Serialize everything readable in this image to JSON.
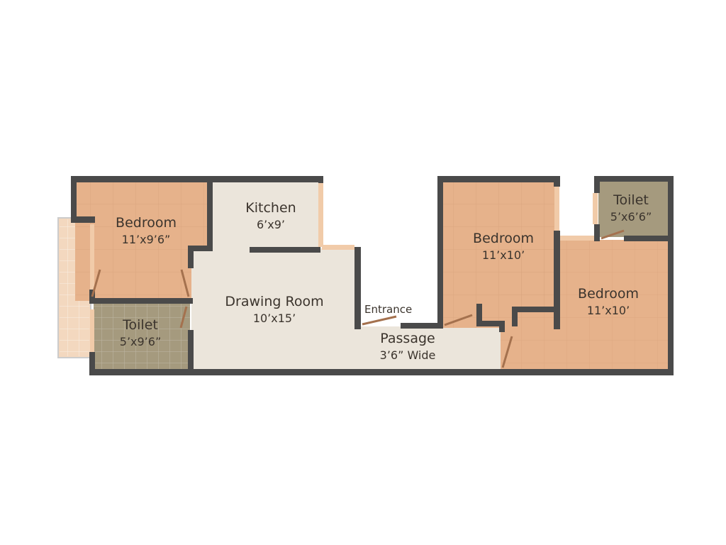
{
  "colors": {
    "wall": "#4a4a4a",
    "bedroom_floor": "#e6b28b",
    "common_floor": "#ebe5db",
    "toilet_floor": "#a59a7e",
    "balcony_floor": "#f3d8bf",
    "door": "#a4714e",
    "window": "#f1cba9"
  },
  "rooms": [
    {
      "name": "Bedroom",
      "size": "11’x9’6”"
    },
    {
      "name": "Kitchen",
      "size": "6’x9’"
    },
    {
      "name": "Drawing Room",
      "size": "10’x15’"
    },
    {
      "name": "Toilet",
      "size": "5’x9’6”"
    },
    {
      "name": "Bedroom",
      "size": "11’x10’"
    },
    {
      "name": "Toilet",
      "size": "5’x6’6”"
    },
    {
      "name": "Bedroom",
      "size": "11’x10’"
    },
    {
      "name": "Passage",
      "size": "3’6” Wide"
    }
  ],
  "entrance_label": "Entrance"
}
